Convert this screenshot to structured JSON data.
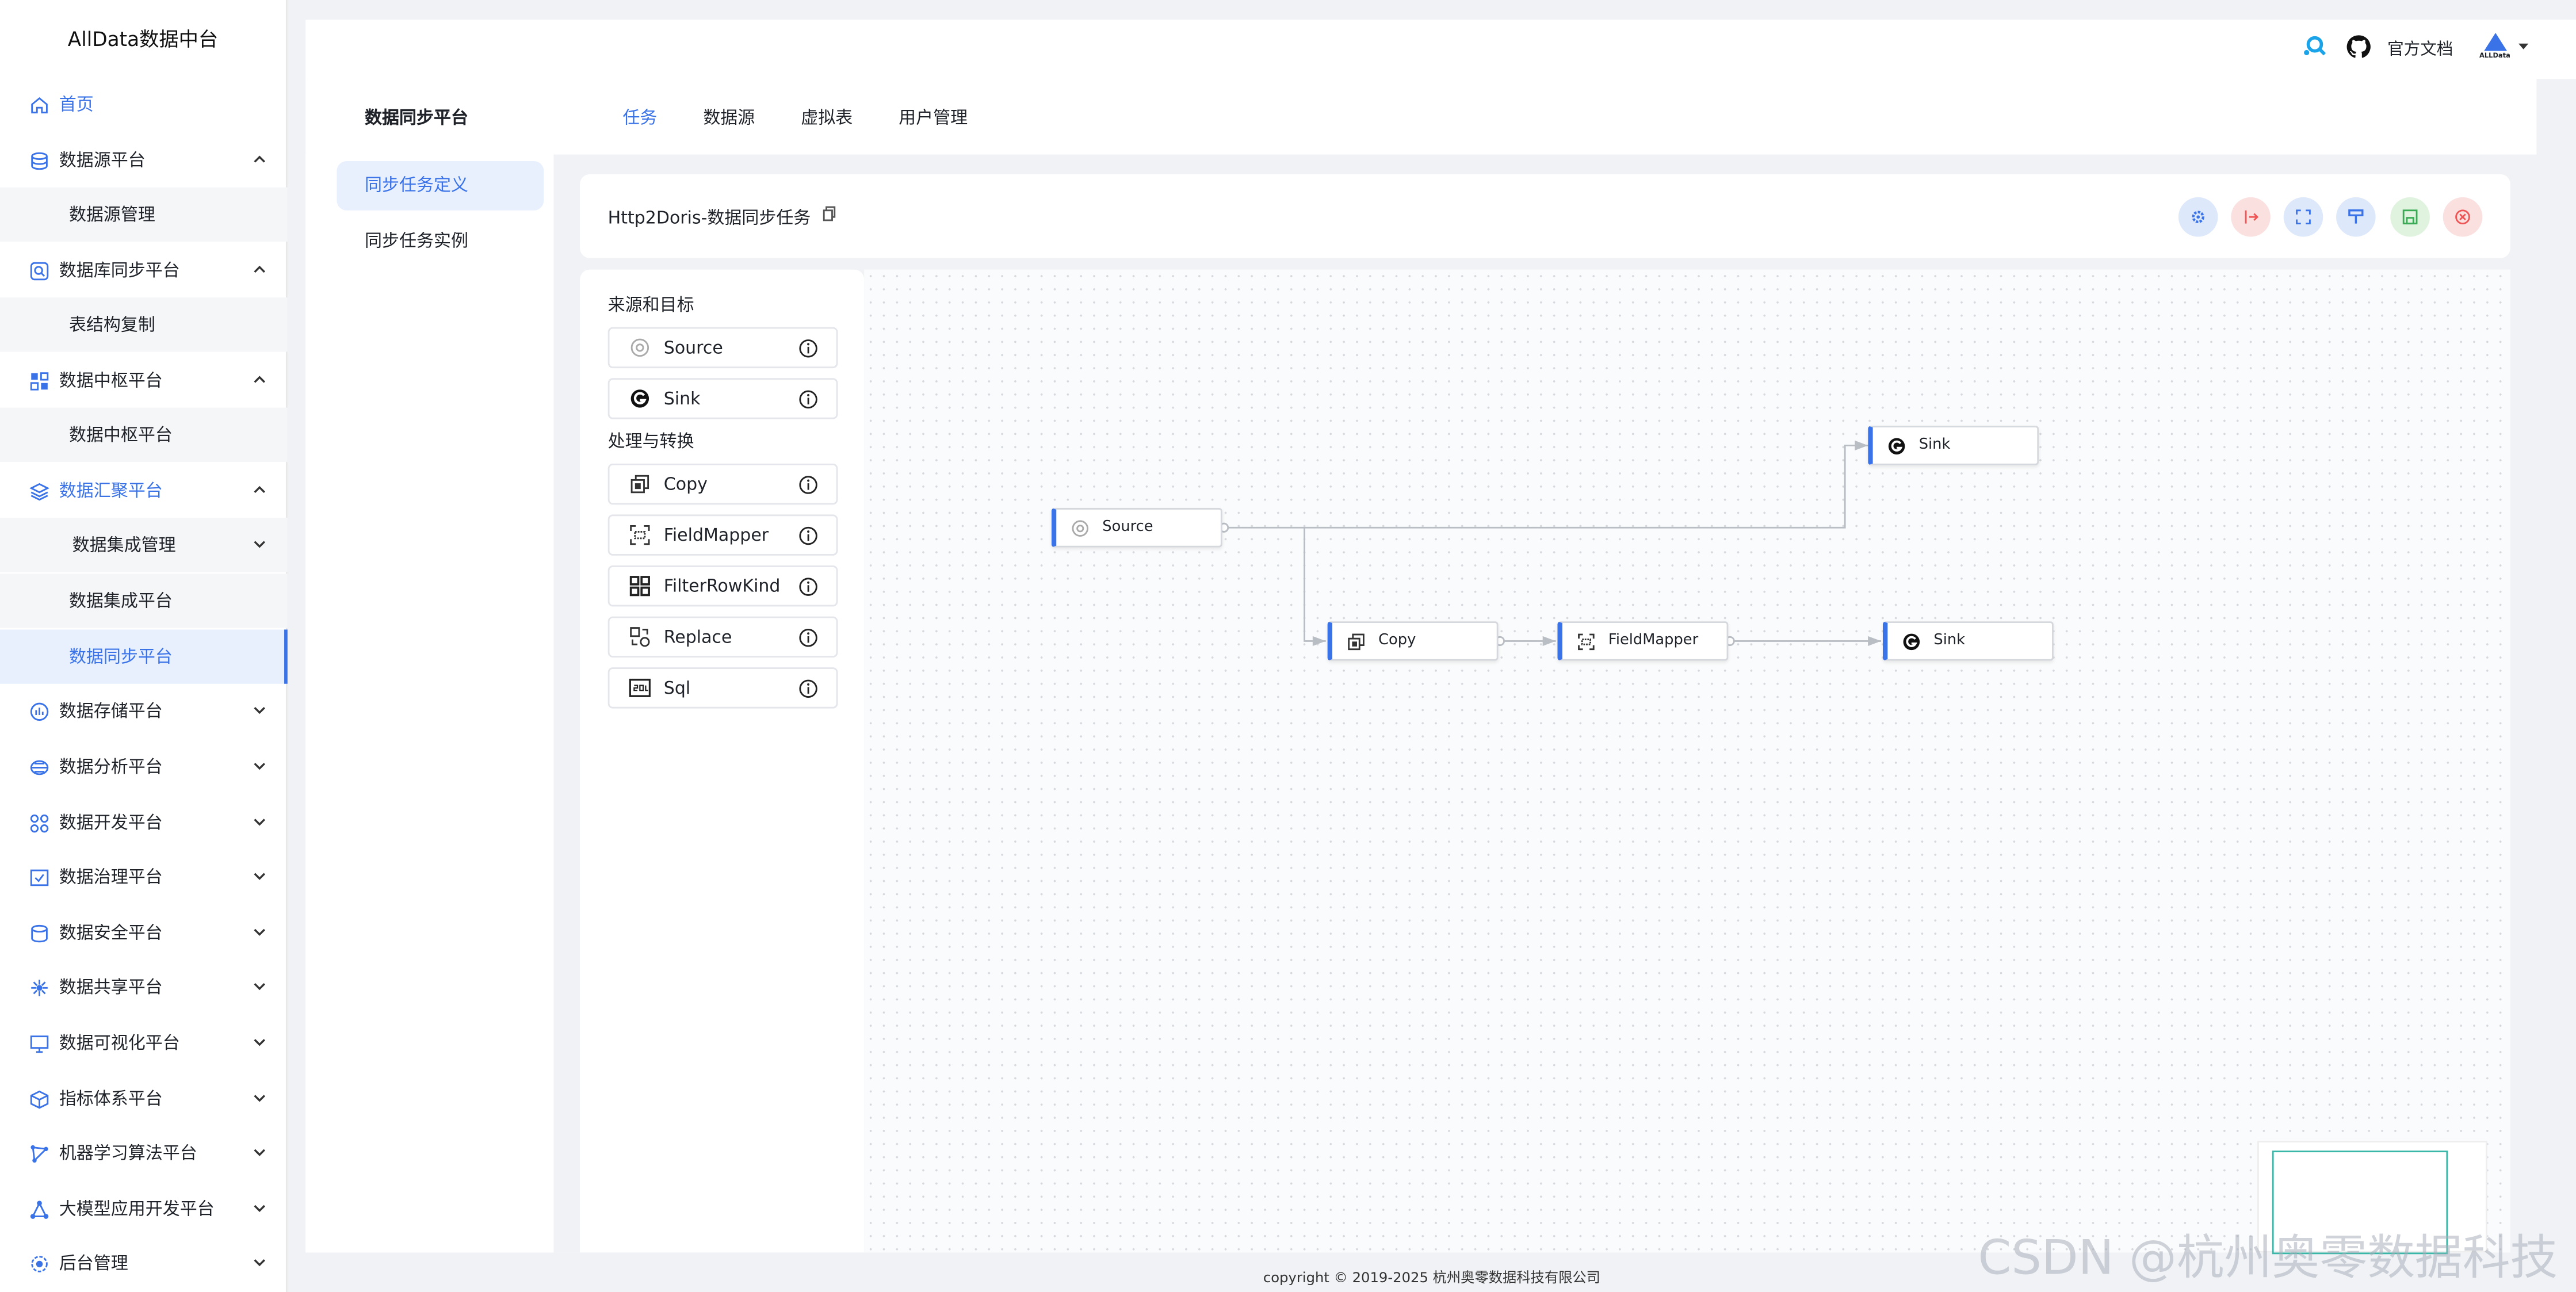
{
  "app": {
    "brand": "AllData数据中台"
  },
  "sidebar": {
    "items": [
      {
        "label": "首页",
        "icon": "home-icon"
      },
      {
        "label": "数据源平台",
        "icon": "database-icon",
        "expanded": true
      },
      {
        "label": "数据源管理",
        "sub": true
      },
      {
        "label": "数据库同步平台",
        "icon": "db-sync-icon",
        "expanded": true
      },
      {
        "label": "表结构复制",
        "sub": true
      },
      {
        "label": "数据中枢平台",
        "icon": "hub-icon",
        "expanded": true
      },
      {
        "label": "数据中枢平台",
        "sub": true
      },
      {
        "label": "数据汇聚平台",
        "icon": "layers-icon",
        "expanded": true
      },
      {
        "label": "数据集成管理",
        "sub": true
      },
      {
        "label": "数据集成平台",
        "sub": true
      },
      {
        "label": "数据同步平台",
        "sub": true,
        "active": true
      },
      {
        "label": "数据存储平台",
        "icon": "storage-icon"
      },
      {
        "label": "数据分析平台",
        "icon": "analysis-icon"
      },
      {
        "label": "数据开发平台",
        "icon": "dev-icon"
      },
      {
        "label": "数据治理平台",
        "icon": "governance-icon"
      },
      {
        "label": "数据安全平台",
        "icon": "security-icon"
      },
      {
        "label": "数据共享平台",
        "icon": "share-icon"
      },
      {
        "label": "数据可视化平台",
        "icon": "monitor-icon"
      },
      {
        "label": "指标体系平台",
        "icon": "cube-icon"
      },
      {
        "label": "机器学习算法平台",
        "icon": "ml-icon"
      },
      {
        "label": "大模型应用开发平台",
        "icon": "llm-icon"
      },
      {
        "label": "后台管理",
        "icon": "admin-icon"
      }
    ]
  },
  "header": {
    "docs_label": "官方文档",
    "logo_text": "ALLData"
  },
  "main": {
    "platform_title": "数据同步平台",
    "tabs": [
      "任务",
      "数据源",
      "虚拟表",
      "用户管理"
    ],
    "subnav": [
      "同步任务定义",
      "同步任务实例"
    ]
  },
  "task": {
    "title": "Http2Doris-数据同步任务"
  },
  "palette": {
    "group1": "来源和目标",
    "group2": "处理与转换",
    "items1": [
      "Source",
      "Sink"
    ],
    "items2": [
      "Copy",
      "FieldMapper",
      "FilterRowKind",
      "Replace",
      "Sql"
    ]
  },
  "canvas": {
    "nodes": [
      "Source",
      "Sink",
      "Copy",
      "FieldMapper",
      "Sink"
    ]
  },
  "colors": {
    "accent": "#3a73e8"
  },
  "footer": "copyright © 2019-2025 杭州奥零数据科技有限公司",
  "watermark": "CSDN @杭州奥零数据科技"
}
